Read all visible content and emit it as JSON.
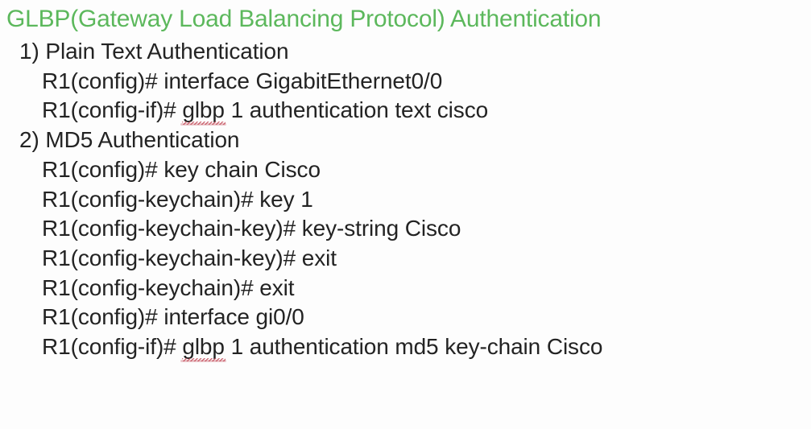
{
  "slide": {
    "title": "GLBP(Gateway Load Balancing Protocol) Authentication",
    "title_color": "#5cb85c",
    "body_color": "#232323",
    "background_color": "#fdfdfd",
    "spellcheck_underline_color": "#c44e5c",
    "sections": [
      {
        "heading": "1) Plain Text Authentication",
        "commands": [
          {
            "prompt": "R1(config)#",
            "command": "interface GigabitEthernet0/0",
            "misspelled_word": ""
          },
          {
            "prompt": "R1(config-if)#",
            "command": "glbp 1 authentication text cisco",
            "misspelled_word": "glbp"
          }
        ]
      },
      {
        "heading": "2) MD5 Authentication",
        "commands": [
          {
            "prompt": "R1(config)#",
            "command": "key chain Cisco",
            "misspelled_word": ""
          },
          {
            "prompt": "R1(config-keychain)#",
            "command": "key 1",
            "misspelled_word": ""
          },
          {
            "prompt": "R1(config-keychain-key)#",
            "command": "key-string Cisco",
            "misspelled_word": ""
          },
          {
            "prompt": "R1(config-keychain-key)#",
            "command": "exit",
            "misspelled_word": ""
          },
          {
            "prompt": "R1(config-keychain)#",
            "command": "exit",
            "misspelled_word": ""
          },
          {
            "prompt": "R1(config)#",
            "command": "interface gi0/0",
            "misspelled_word": ""
          },
          {
            "prompt": "R1(config-if)#",
            "command": "glbp 1 authentication md5 key-chain Cisco",
            "misspelled_word": "glbp"
          }
        ]
      }
    ]
  }
}
